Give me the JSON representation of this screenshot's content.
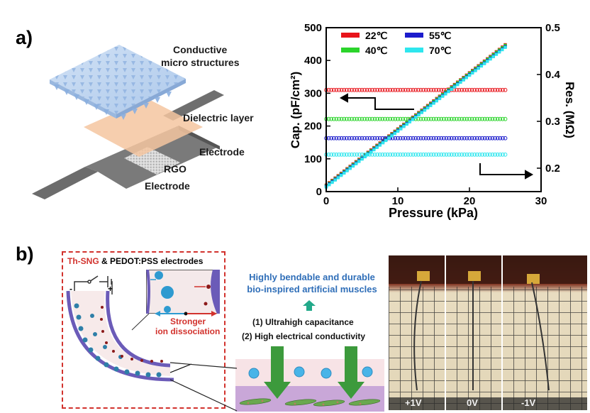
{
  "panel_a": {
    "letter": "a)",
    "labels": {
      "conductive": "Conductive",
      "micro": "micro structures",
      "dielectric": "Dielectric layer",
      "electrode_top": "Electrode",
      "rgo": "RGO",
      "electrode_bottom": "Electrode"
    }
  },
  "chart_data": {
    "type": "scatter",
    "xlabel": "Pressure (kPa)",
    "ylabel": "Cap. (pF/cm²)",
    "y2label": "Res. (MΩ)",
    "xlim": [
      0,
      30
    ],
    "ylim": [
      0,
      500
    ],
    "y2lim": [
      0.15,
      0.5
    ],
    "xticks": [
      "0",
      "10",
      "20",
      "30"
    ],
    "yticks": [
      "0",
      "100",
      "200",
      "300",
      "400",
      "500"
    ],
    "y2ticks": [
      "0.2",
      "0.3",
      "0.4",
      "0.5"
    ],
    "legend_position": "top-left",
    "grid": false,
    "series": [
      {
        "name": "22℃",
        "color": "#e8141b",
        "cap_x": [
          0,
          25
        ],
        "cap_y": [
          20,
          448
        ],
        "res_level": 0.367
      },
      {
        "name": "40℃",
        "color": "#2bd42b",
        "cap_x": [
          0,
          25
        ],
        "cap_y": [
          18,
          446
        ],
        "res_level": 0.305
      },
      {
        "name": "55℃",
        "color": "#1c1ccc",
        "cap_x": [
          0,
          25
        ],
        "cap_y": [
          16,
          442
        ],
        "res_level": 0.264
      },
      {
        "name": "70℃",
        "color": "#2ee6ee",
        "cap_x": [
          0,
          25
        ],
        "cap_y": [
          14,
          440
        ],
        "res_level": 0.229
      }
    ],
    "res_x_range": [
      0,
      25
    ]
  },
  "panel_b": {
    "letter": "b)",
    "inset_title_red": "Th-SNG",
    "inset_title_black": " & PEDOT:PSS electrodes",
    "minus": "-",
    "plus": "+",
    "stronger": "Stronger",
    "ion_dissociation": "ion dissociation",
    "title_line1": "Highly bendable and durable",
    "title_line2": "bio-inspired artificial muscles",
    "item1": "(1) Ultrahigh capacitance",
    "item2": "(2) High electrical conductivity",
    "photo_labels": [
      "+1V",
      "0V",
      "-1V"
    ]
  }
}
